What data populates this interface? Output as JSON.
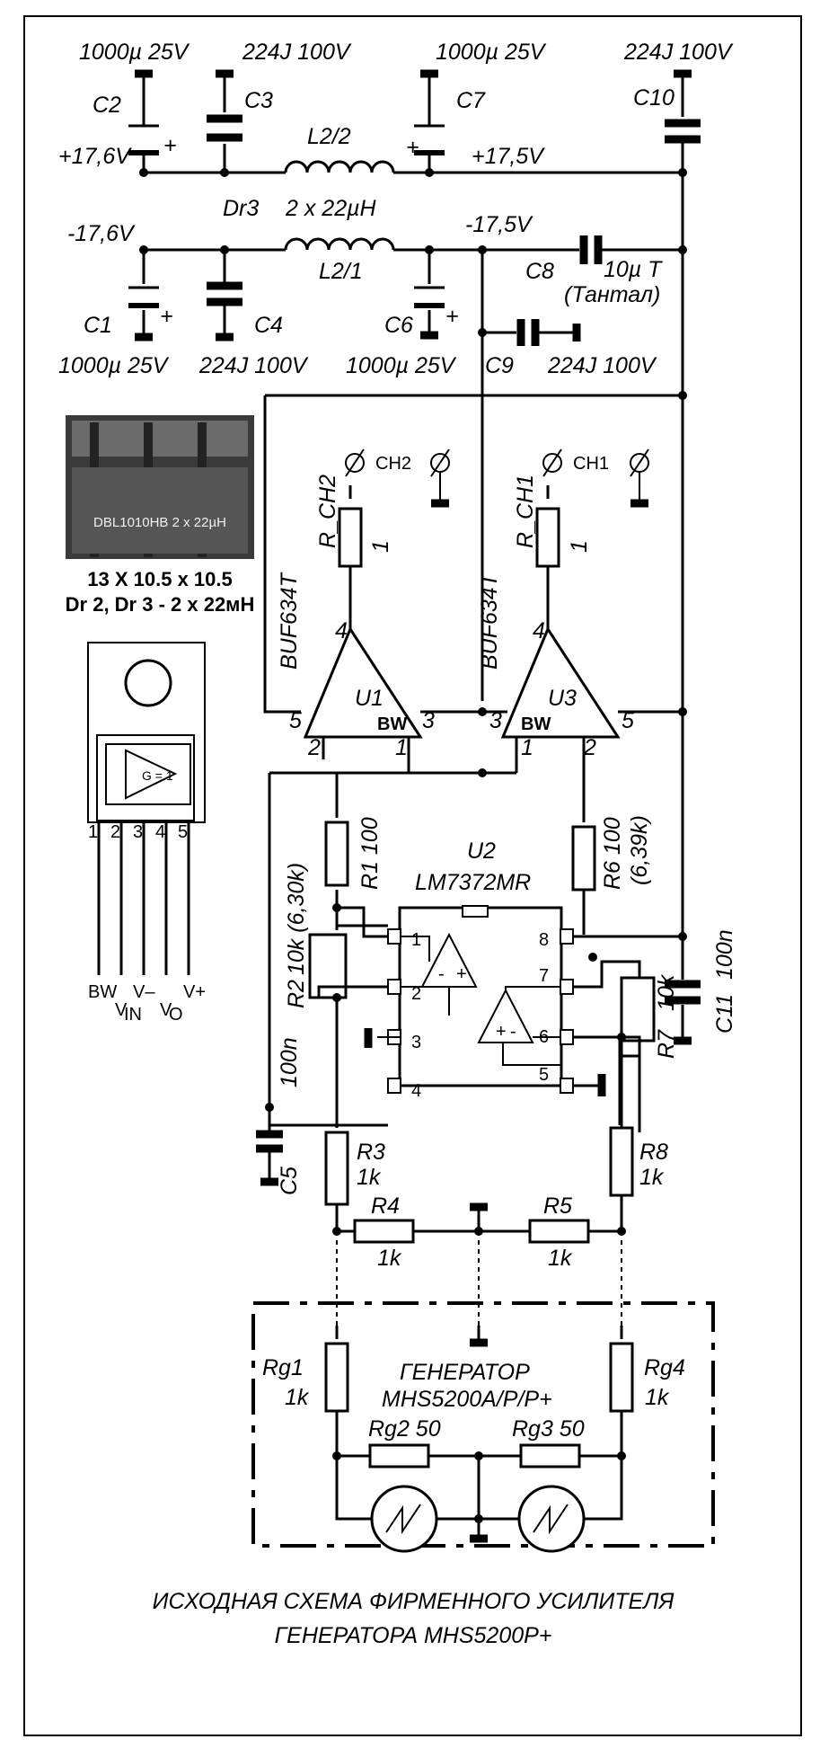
{
  "supply": {
    "c2": {
      "name": "C2",
      "value": "1000µ 25V"
    },
    "c3": {
      "name": "C3",
      "value": "224J 100V"
    },
    "c7": {
      "name": "C7",
      "value": "1000µ 25V"
    },
    "c10": {
      "name": "C10",
      "value": "224J 100V"
    },
    "c1": {
      "name": "C1",
      "value": "1000µ 25V"
    },
    "c4": {
      "name": "C4",
      "value": "224J 100V"
    },
    "c6": {
      "name": "C6",
      "value": "1000µ 25V"
    },
    "c8": {
      "name": "C8",
      "value": "10µ T",
      "note": "(Тантал)"
    },
    "c9": {
      "name": "C9",
      "value": "224J 100V"
    },
    "l22": "L2/2",
    "l21": "L2/1",
    "dr3": "Dr3",
    "choke_value": "2 x 22µH",
    "v_pos_in": "+17,6V",
    "v_pos_out": "+17,5V",
    "v_neg_in": "-17,6V",
    "v_neg_out": "-17,5V",
    "plus": "+"
  },
  "inductor_photo": {
    "marking": "DBL1010HB 2 x 22µH",
    "size": "13 X 10.5 x 10.5",
    "desc": "Dr 2, Dr 3 - 2 x  22мН"
  },
  "package": {
    "gain": "G = 1",
    "pins": [
      "1",
      "2",
      "3",
      "4",
      "5"
    ],
    "pin_bw": "BW",
    "pin_vin": "V",
    "pin_vin_sub": "IN",
    "pin_vminus": "V–",
    "pin_vo": "V",
    "pin_vo_sub": "O",
    "pin_vplus": "V+"
  },
  "buffers": {
    "u1": {
      "name": "U1",
      "part": "BUF634T",
      "bw": "BW"
    },
    "u3": {
      "name": "U3",
      "part": "BUF634T",
      "bw": "BW"
    },
    "pin1": "1",
    "pin2": "2",
    "pin3": "3",
    "pin4": "4",
    "pin5": "5",
    "ch2": "CH2",
    "ch1": "CH1",
    "r_ch2": "R_CH2",
    "r_ch1": "R_CH1",
    "r_val": "1"
  },
  "opamp": {
    "name": "U2",
    "part": "LM7372MR",
    "pins": [
      "1",
      "2",
      "3",
      "4",
      "8",
      "7",
      "6",
      "5"
    ],
    "minus": "-",
    "plus": "+"
  },
  "resistors": {
    "r1": "R1 100",
    "r2": "R2",
    "r2_val": "10k (6,30k)",
    "r6": "R6 100",
    "r6_val": "(6,39k)",
    "r7": "R7",
    "r7_val": "10k",
    "r3": "R3",
    "r3_val": "1k",
    "r8": "R8",
    "r8_val": "1k",
    "r4": "R4",
    "r4_val": "1k",
    "r5": "R5",
    "r5_val": "1k"
  },
  "caps_local": {
    "c5": "C5",
    "c5_val": "100n",
    "c11": "C11",
    "c11_val": "100n"
  },
  "generator": {
    "title": "ГЕНЕРАТОР",
    "model": "MHS5200A/P/P+",
    "rg1": "Rg1",
    "rg1_val": "1k",
    "rg4": "Rg4",
    "rg4_val": "1k",
    "rg2": "Rg2 50",
    "rg3": "Rg3 50"
  },
  "caption": {
    "line1": "ИСХОДНАЯ СХЕМА ФИРМЕННОГО УСИЛИТЕЛЯ",
    "line2": "ГЕНЕРАТОРА MHS5200P+"
  }
}
